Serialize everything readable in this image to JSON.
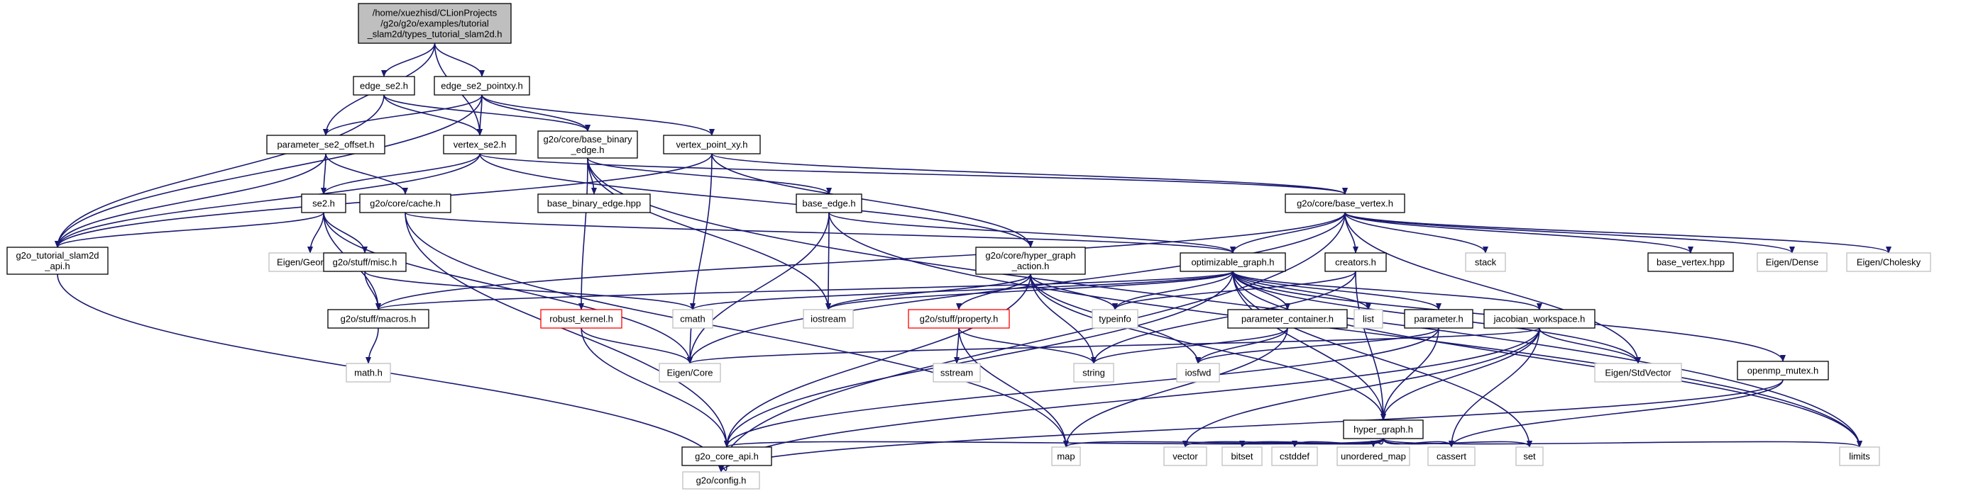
{
  "colors": {
    "edge": "#191970",
    "node_border": "#000000",
    "external_border": "#bfbfbf",
    "missing_border": "#ff0000",
    "root_fill": "#bfbfbf",
    "text": "#000000",
    "external_text": "#555555"
  },
  "nodes": [
    {
      "id": "root",
      "lines": [
        "/home/xuezhisd/CLionProjects",
        "/g2o/g2o/examples/tutorial",
        "_slam2d/types_tutorial_slam2d.h"
      ],
      "kind": "root"
    },
    {
      "id": "edge_se2",
      "lines": [
        "edge_se2.h"
      ],
      "kind": "file"
    },
    {
      "id": "edge_se2_pointxy",
      "lines": [
        "edge_se2_pointxy.h"
      ],
      "kind": "file"
    },
    {
      "id": "parameter_se2_offset",
      "lines": [
        "parameter_se2_offset.h"
      ],
      "kind": "file"
    },
    {
      "id": "vertex_se2",
      "lines": [
        "vertex_se2.h"
      ],
      "kind": "file"
    },
    {
      "id": "base_binary_edge",
      "lines": [
        "g2o/core/base_binary",
        "_edge.h"
      ],
      "kind": "file"
    },
    {
      "id": "vertex_point_xy",
      "lines": [
        "vertex_point_xy.h"
      ],
      "kind": "file"
    },
    {
      "id": "tutorial_api",
      "lines": [
        "g2o_tutorial_slam2d",
        "_api.h"
      ],
      "kind": "file"
    },
    {
      "id": "se2",
      "lines": [
        "se2.h"
      ],
      "kind": "file"
    },
    {
      "id": "cache",
      "lines": [
        "g2o/core/cache.h"
      ],
      "kind": "file"
    },
    {
      "id": "base_binary_edge_hpp",
      "lines": [
        "base_binary_edge.hpp"
      ],
      "kind": "file"
    },
    {
      "id": "base_edge",
      "lines": [
        "base_edge.h"
      ],
      "kind": "file"
    },
    {
      "id": "base_vertex",
      "lines": [
        "g2o/core/base_vertex.h"
      ],
      "kind": "file"
    },
    {
      "id": "eigen_geometry",
      "lines": [
        "Eigen/Geometry"
      ],
      "kind": "external"
    },
    {
      "id": "misc",
      "lines": [
        "g2o/stuff/misc.h"
      ],
      "kind": "file"
    },
    {
      "id": "hyper_graph_action",
      "lines": [
        "g2o/core/hyper_graph",
        "_action.h"
      ],
      "kind": "file"
    },
    {
      "id": "optimizable_graph",
      "lines": [
        "optimizable_graph.h"
      ],
      "kind": "file"
    },
    {
      "id": "creators",
      "lines": [
        "creators.h"
      ],
      "kind": "file"
    },
    {
      "id": "stack",
      "lines": [
        "stack"
      ],
      "kind": "external"
    },
    {
      "id": "base_vertex_hpp",
      "lines": [
        "base_vertex.hpp"
      ],
      "kind": "file"
    },
    {
      "id": "eigen_dense",
      "lines": [
        "Eigen/Dense"
      ],
      "kind": "external"
    },
    {
      "id": "eigen_cholesky",
      "lines": [
        "Eigen/Cholesky"
      ],
      "kind": "external"
    },
    {
      "id": "macros",
      "lines": [
        "g2o/stuff/macros.h"
      ],
      "kind": "file"
    },
    {
      "id": "robust_kernel",
      "lines": [
        "robust_kernel.h"
      ],
      "kind": "missing"
    },
    {
      "id": "cmath",
      "lines": [
        "cmath"
      ],
      "kind": "external"
    },
    {
      "id": "iostream",
      "lines": [
        "iostream"
      ],
      "kind": "external"
    },
    {
      "id": "property",
      "lines": [
        "g2o/stuff/property.h"
      ],
      "kind": "missing"
    },
    {
      "id": "typeinfo",
      "lines": [
        "typeinfo"
      ],
      "kind": "external"
    },
    {
      "id": "parameter_container",
      "lines": [
        "parameter_container.h"
      ],
      "kind": "file"
    },
    {
      "id": "list",
      "lines": [
        "list"
      ],
      "kind": "external"
    },
    {
      "id": "parameter",
      "lines": [
        "parameter.h"
      ],
      "kind": "file"
    },
    {
      "id": "jacobian_workspace",
      "lines": [
        "jacobian_workspace.h"
      ],
      "kind": "file"
    },
    {
      "id": "math_h",
      "lines": [
        "math.h"
      ],
      "kind": "external"
    },
    {
      "id": "eigen_core",
      "lines": [
        "Eigen/Core"
      ],
      "kind": "external"
    },
    {
      "id": "sstream",
      "lines": [
        "sstream"
      ],
      "kind": "external"
    },
    {
      "id": "string",
      "lines": [
        "string"
      ],
      "kind": "external"
    },
    {
      "id": "iosfwd",
      "lines": [
        "iosfwd"
      ],
      "kind": "external"
    },
    {
      "id": "eigen_stdvector",
      "lines": [
        "Eigen/StdVector"
      ],
      "kind": "external"
    },
    {
      "id": "openmp_mutex",
      "lines": [
        "openmp_mutex.h"
      ],
      "kind": "file"
    },
    {
      "id": "hyper_graph",
      "lines": [
        "hyper_graph.h"
      ],
      "kind": "file"
    },
    {
      "id": "g2o_core_api",
      "lines": [
        "g2o_core_api.h"
      ],
      "kind": "file"
    },
    {
      "id": "map",
      "lines": [
        "map"
      ],
      "kind": "external"
    },
    {
      "id": "vector",
      "lines": [
        "vector"
      ],
      "kind": "external"
    },
    {
      "id": "bitset",
      "lines": [
        "bitset"
      ],
      "kind": "external"
    },
    {
      "id": "cstddef",
      "lines": [
        "cstddef"
      ],
      "kind": "external"
    },
    {
      "id": "unordered_map",
      "lines": [
        "unordered_map"
      ],
      "kind": "external"
    },
    {
      "id": "cassert",
      "lines": [
        "cassert"
      ],
      "kind": "external"
    },
    {
      "id": "set",
      "lines": [
        "set"
      ],
      "kind": "external"
    },
    {
      "id": "limits",
      "lines": [
        "limits"
      ],
      "kind": "external"
    },
    {
      "id": "g2o_config",
      "lines": [
        "g2o/config.h"
      ],
      "kind": "external"
    }
  ],
  "edges": [
    [
      "root",
      "edge_se2"
    ],
    [
      "root",
      "edge_se2_pointxy"
    ],
    [
      "root",
      "parameter_se2_offset"
    ],
    [
      "root",
      "vertex_se2"
    ],
    [
      "edge_se2",
      "tutorial_api"
    ],
    [
      "edge_se2",
      "vertex_se2"
    ],
    [
      "edge_se2",
      "base_binary_edge"
    ],
    [
      "edge_se2_pointxy",
      "parameter_se2_offset"
    ],
    [
      "edge_se2_pointxy",
      "vertex_se2"
    ],
    [
      "edge_se2_pointxy",
      "base_binary_edge"
    ],
    [
      "edge_se2_pointxy",
      "vertex_point_xy"
    ],
    [
      "edge_se2_pointxy",
      "tutorial_api"
    ],
    [
      "parameter_se2_offset",
      "se2"
    ],
    [
      "parameter_se2_offset",
      "cache"
    ],
    [
      "parameter_se2_offset",
      "tutorial_api"
    ],
    [
      "vertex_se2",
      "se2"
    ],
    [
      "vertex_se2",
      "base_vertex"
    ],
    [
      "vertex_se2",
      "hyper_graph_action"
    ],
    [
      "vertex_se2",
      "tutorial_api"
    ],
    [
      "base_binary_edge",
      "base_binary_edge_hpp"
    ],
    [
      "base_binary_edge",
      "base_edge"
    ],
    [
      "base_binary_edge",
      "robust_kernel"
    ],
    [
      "base_binary_edge",
      "iostream"
    ],
    [
      "base_binary_edge",
      "limits"
    ],
    [
      "vertex_point_xy",
      "base_vertex"
    ],
    [
      "vertex_point_xy",
      "hyper_graph_action"
    ],
    [
      "vertex_point_xy",
      "eigen_core"
    ],
    [
      "vertex_point_xy",
      "tutorial_api"
    ],
    [
      "tutorial_api",
      "g2o_config"
    ],
    [
      "se2",
      "tutorial_api"
    ],
    [
      "se2",
      "eigen_geometry"
    ],
    [
      "se2",
      "misc"
    ],
    [
      "se2",
      "macros"
    ],
    [
      "se2",
      "eigen_core"
    ],
    [
      "cache",
      "optimizable_graph"
    ],
    [
      "cache",
      "g2o_core_api"
    ],
    [
      "cache",
      "map"
    ],
    [
      "base_edge",
      "optimizable_graph"
    ],
    [
      "base_edge",
      "iostream"
    ],
    [
      "base_edge",
      "eigen_core"
    ],
    [
      "base_edge",
      "limits"
    ],
    [
      "base_vertex",
      "optimizable_graph"
    ],
    [
      "base_vertex",
      "creators"
    ],
    [
      "base_vertex",
      "stack"
    ],
    [
      "base_vertex",
      "base_vertex_hpp"
    ],
    [
      "base_vertex",
      "eigen_dense"
    ],
    [
      "base_vertex",
      "eigen_cholesky"
    ],
    [
      "base_vertex",
      "eigen_stdvector"
    ],
    [
      "base_vertex",
      "macros"
    ],
    [
      "base_vertex",
      "eigen_core"
    ],
    [
      "base_vertex",
      "g2o_config"
    ],
    [
      "misc",
      "macros"
    ],
    [
      "misc",
      "cmath"
    ],
    [
      "macros",
      "math_h"
    ],
    [
      "hyper_graph_action",
      "typeinfo"
    ],
    [
      "hyper_graph_action",
      "iostream"
    ],
    [
      "hyper_graph_action",
      "property"
    ],
    [
      "hyper_graph_action",
      "string"
    ],
    [
      "hyper_graph_action",
      "iosfwd"
    ],
    [
      "hyper_graph_action",
      "hyper_graph"
    ],
    [
      "hyper_graph_action",
      "g2o_core_api"
    ],
    [
      "optimizable_graph",
      "macros"
    ],
    [
      "optimizable_graph",
      "cmath"
    ],
    [
      "optimizable_graph",
      "iostream"
    ],
    [
      "optimizable_graph",
      "typeinfo"
    ],
    [
      "optimizable_graph",
      "list"
    ],
    [
      "optimizable_graph",
      "parameter_container"
    ],
    [
      "optimizable_graph",
      "parameter"
    ],
    [
      "optimizable_graph",
      "jacobian_workspace"
    ],
    [
      "optimizable_graph",
      "openmp_mutex"
    ],
    [
      "optimizable_graph",
      "set"
    ],
    [
      "optimizable_graph",
      "limits"
    ],
    [
      "optimizable_graph",
      "hyper_graph"
    ],
    [
      "optimizable_graph",
      "eigen_stdvector"
    ],
    [
      "optimizable_graph",
      "g2o_core_api"
    ],
    [
      "creators",
      "typeinfo"
    ],
    [
      "creators",
      "string"
    ],
    [
      "creators",
      "hyper_graph"
    ],
    [
      "robust_kernel",
      "eigen_core"
    ],
    [
      "robust_kernel",
      "g2o_core_api"
    ],
    [
      "property",
      "sstream"
    ],
    [
      "property",
      "string"
    ],
    [
      "property",
      "map"
    ],
    [
      "parameter_container",
      "iosfwd"
    ],
    [
      "parameter_container",
      "map"
    ],
    [
      "parameter_container",
      "string"
    ],
    [
      "parameter",
      "iosfwd"
    ],
    [
      "parameter",
      "hyper_graph"
    ],
    [
      "parameter",
      "g2o_core_api"
    ],
    [
      "jacobian_workspace",
      "eigen_core"
    ],
    [
      "jacobian_workspace",
      "eigen_stdvector"
    ],
    [
      "jacobian_workspace",
      "vector"
    ],
    [
      "jacobian_workspace",
      "cassert"
    ],
    [
      "jacobian_workspace",
      "hyper_graph"
    ],
    [
      "jacobian_workspace",
      "g2o_config"
    ],
    [
      "openmp_mutex",
      "cassert"
    ],
    [
      "openmp_mutex",
      "g2o_config"
    ],
    [
      "hyper_graph",
      "map"
    ],
    [
      "hyper_graph",
      "set"
    ],
    [
      "hyper_graph",
      "limits"
    ],
    [
      "hyper_graph",
      "vector"
    ],
    [
      "hyper_graph",
      "bitset"
    ],
    [
      "hyper_graph",
      "cstddef"
    ],
    [
      "hyper_graph",
      "unordered_map"
    ],
    [
      "hyper_graph",
      "cassert"
    ],
    [
      "hyper_graph",
      "g2o_core_api"
    ],
    [
      "g2o_core_api",
      "g2o_config"
    ]
  ]
}
